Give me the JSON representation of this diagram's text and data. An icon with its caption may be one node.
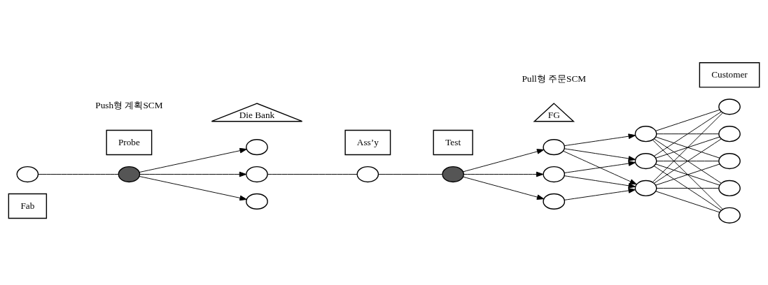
{
  "diagram": {
    "nodes": [
      {
        "text": [
          "Fab"
        ]
      },
      {
        "text": [
          "Probe"
        ]
      },
      {
        "text": [
          "Die Bank"
        ]
      },
      {
        "text": [
          "Ass’y"
        ]
      },
      {
        "text": [
          "Test"
        ]
      },
      {
        "text": [
          "FG"
        ]
      },
      {
        "text": [
          "Customer"
        ]
      },
      {
        "text": [],
        "shape": "circle"
      },
      {
        "text": [],
        "shape": "circle"
      },
      {
        "text": [],
        "shape": "circle"
      },
      {
        "text": [],
        "shape": "circle"
      },
      {
        "text": [],
        "shape": "circle"
      },
      {
        "text": [],
        "shape": "circle"
      },
      {
        "text": [],
        "shape": "circle"
      },
      {
        "text": [],
        "shape": "circle"
      },
      {
        "text": [],
        "shape": "circle"
      },
      {
        "text": [],
        "shape": "circle"
      },
      {
        "text": [],
        "shape": "circle"
      },
      {
        "text": [],
        "shape": "circle"
      },
      {
        "text": [],
        "shape": "circle"
      },
      {
        "text": [],
        "shape": "circle"
      },
      {
        "text": [],
        "shape": "circle"
      },
      {
        "text": [],
        "shape": "circle"
      },
      {
        "text": [],
        "shape": "circle"
      },
      {
        "text": [],
        "shape": "circle"
      }
    ],
    "edges": [
      {
        "from": 7,
        "to": 8,
        "arrow": "none"
      },
      {
        "from": 8,
        "to": 9,
        "arrow": "to"
      },
      {
        "from": 8,
        "to": 10,
        "arrow": "to"
      },
      {
        "from": 8,
        "to": 11,
        "arrow": "to"
      },
      {
        "from": 10,
        "to": 12,
        "arrow": "none"
      },
      {
        "from": 12,
        "to": 13,
        "arrow": "none"
      },
      {
        "from": 13,
        "to": 14,
        "arrow": "to"
      },
      {
        "from": 13,
        "to": 15,
        "arrow": "to"
      },
      {
        "from": 13,
        "to": 16,
        "arrow": "to"
      },
      {
        "from": 14,
        "to": 17,
        "arrow": "to"
      },
      {
        "from": 14,
        "to": 18,
        "arrow": "to"
      },
      {
        "from": 14,
        "to": 19,
        "arrow": "to"
      },
      {
        "from": 15,
        "to": 18,
        "arrow": "to"
      },
      {
        "from": 15,
        "to": 19,
        "arrow": "to"
      },
      {
        "from": 16,
        "to": 19,
        "arrow": "to"
      },
      {
        "from": 17,
        "to": 20,
        "arrow": "none"
      },
      {
        "from": 17,
        "to": 21,
        "arrow": "none"
      },
      {
        "from": 17,
        "to": 22,
        "arrow": "none"
      },
      {
        "from": 17,
        "to": 23,
        "arrow": "none"
      },
      {
        "from": 17,
        "to": 24,
        "arrow": "none"
      },
      {
        "from": 18,
        "to": 20,
        "arrow": "none"
      },
      {
        "from": 18,
        "to": 21,
        "arrow": "none"
      },
      {
        "from": 18,
        "to": 22,
        "arrow": "none"
      },
      {
        "from": 18,
        "to": 23,
        "arrow": "none"
      },
      {
        "from": 18,
        "to": 24,
        "arrow": "none"
      },
      {
        "from": 19,
        "to": 20,
        "arrow": "none"
      },
      {
        "from": 19,
        "to": 21,
        "arrow": "none"
      },
      {
        "from": 19,
        "to": 22,
        "arrow": "none"
      },
      {
        "from": 19,
        "to": 23,
        "arrow": "none"
      },
      {
        "from": 19,
        "to": 24,
        "arrow": "none"
      }
    ],
    "labels": [
      "Push형 계획SCM",
      "Pull형 주문SCM"
    ]
  }
}
